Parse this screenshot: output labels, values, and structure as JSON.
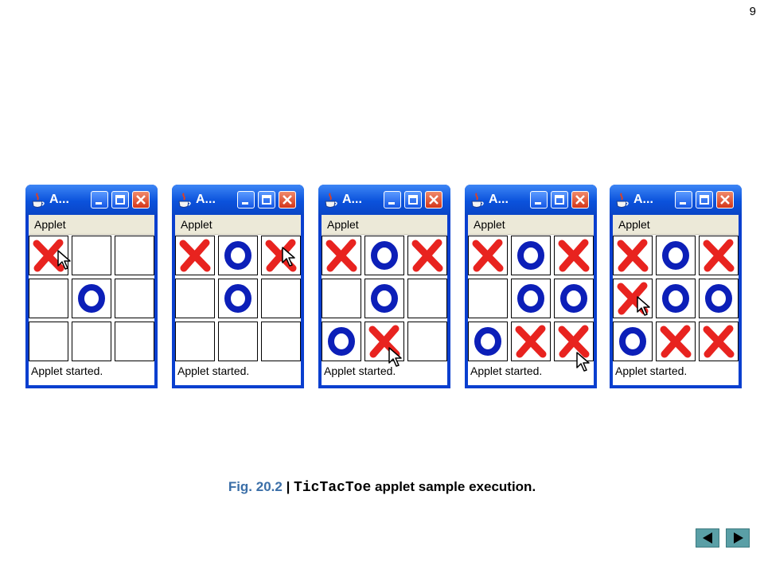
{
  "page_number": "9",
  "window_title": "A...",
  "menu_label": "Applet",
  "status_text": "Applet started.",
  "colors": {
    "x_mark": "#e8231f",
    "o_mark": "#0c1fb8",
    "title_bar": "#0b52dc"
  },
  "windows": [
    {
      "board": [
        "X",
        "",
        "",
        "",
        "O",
        "",
        "",
        "",
        ""
      ]
    },
    {
      "board": [
        "X",
        "O",
        "X",
        "",
        "O",
        "",
        "",
        "",
        ""
      ]
    },
    {
      "board": [
        "X",
        "O",
        "X",
        "",
        "O",
        "",
        "O",
        "X",
        ""
      ]
    },
    {
      "board": [
        "X",
        "O",
        "X",
        "",
        "O",
        "O",
        "O",
        "X",
        "X"
      ]
    },
    {
      "board": [
        "X",
        "O",
        "X",
        "X",
        "O",
        "O",
        "O",
        "X",
        "X"
      ]
    }
  ],
  "caption": {
    "fig_label": "Fig. 20.2",
    "separator": " | ",
    "code_name": "TicTacToe",
    "description": " applet sample execution."
  },
  "nav": {
    "prev_icon": "triangle-left-icon",
    "next_icon": "triangle-right-icon"
  }
}
